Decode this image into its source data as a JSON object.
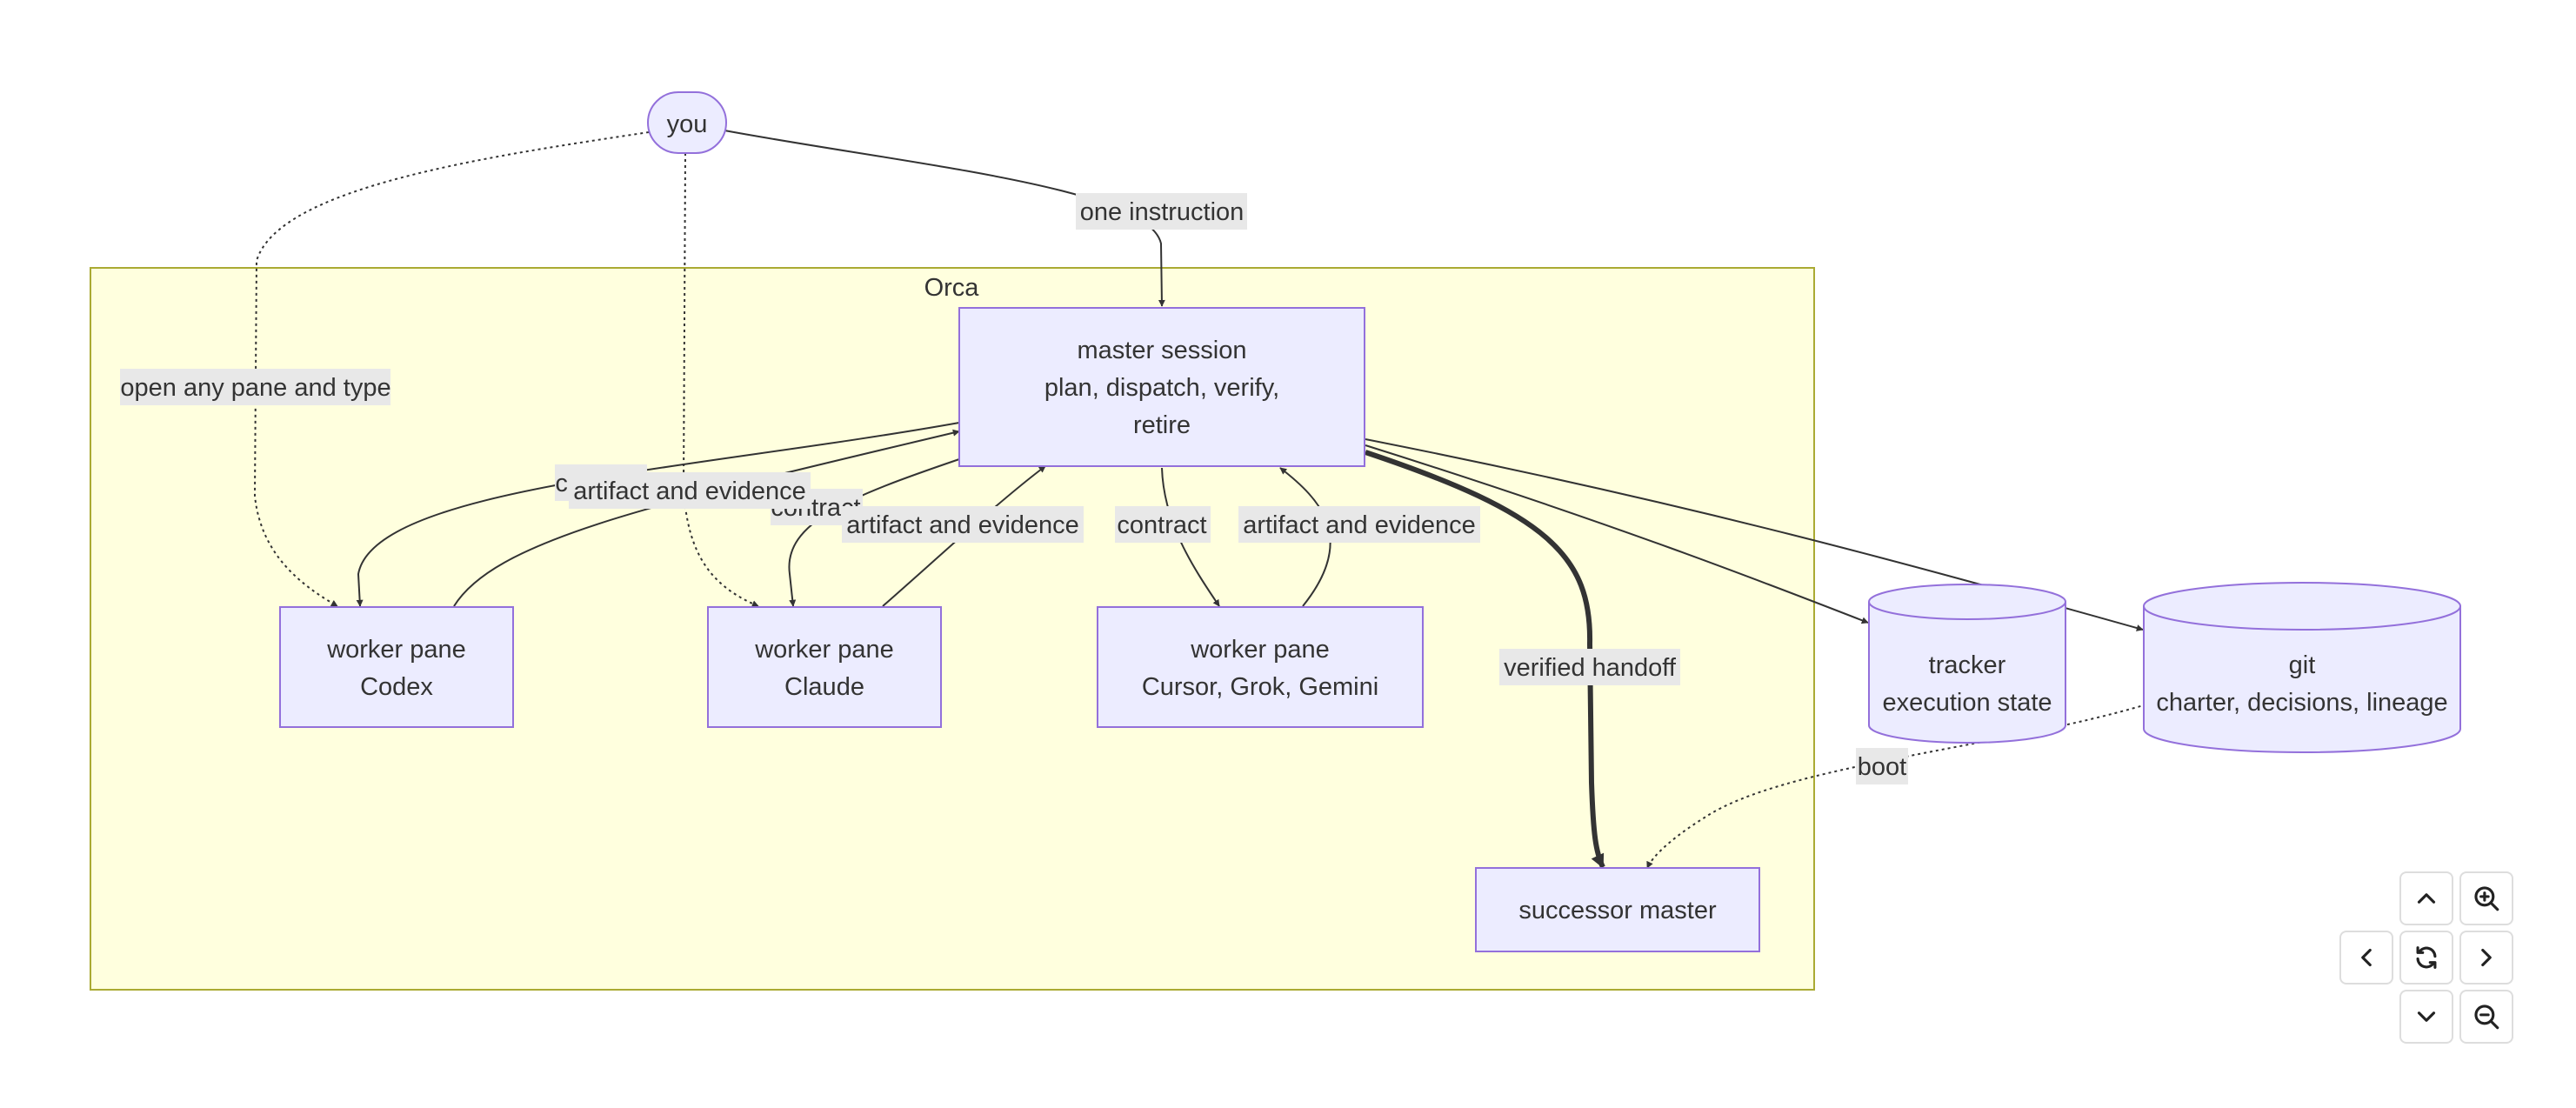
{
  "diagram": {
    "subgraph_title": "Orca",
    "nodes": {
      "you": {
        "lines": [
          "you"
        ]
      },
      "master": {
        "lines": [
          "master session",
          "plan, dispatch, verify,",
          "retire"
        ]
      },
      "codex": {
        "lines": [
          "worker pane",
          "Codex"
        ]
      },
      "claude": {
        "lines": [
          "worker pane",
          "Claude"
        ]
      },
      "cursor": {
        "lines": [
          "worker pane",
          "Cursor, Grok, Gemini"
        ]
      },
      "successor": {
        "lines": [
          "successor master"
        ]
      },
      "tracker": {
        "lines": [
          "tracker",
          "execution state"
        ]
      },
      "git": {
        "lines": [
          "git",
          "charter, decisions, lineage"
        ]
      }
    },
    "edge_labels": {
      "one_instruction": "one instruction",
      "open_any_pane": "open any pane and type",
      "contract_codex": "contract",
      "artifact_codex": "artifact and evidence",
      "contract_claude": "contract",
      "artifact_claude": "artifact and evidence",
      "contract_cursor": "contract",
      "artifact_cursor": "artifact and evidence",
      "verified_handoff": "verified handoff",
      "boot": "boot"
    },
    "colors": {
      "node_fill": "#ECECFF",
      "node_stroke": "#9370DB",
      "subgraph_fill": "#FFFFDE",
      "subgraph_stroke": "#AAAA33",
      "edge": "#333333",
      "label_bg": "#E8E8E8"
    }
  },
  "controls": {
    "pan_up": "chevron-up-icon",
    "zoom_in": "zoom-in-icon",
    "pan_left": "chevron-left-icon",
    "reset": "refresh-icon",
    "pan_right": "chevron-right-icon",
    "pan_down": "chevron-down-icon",
    "zoom_out": "zoom-out-icon"
  }
}
